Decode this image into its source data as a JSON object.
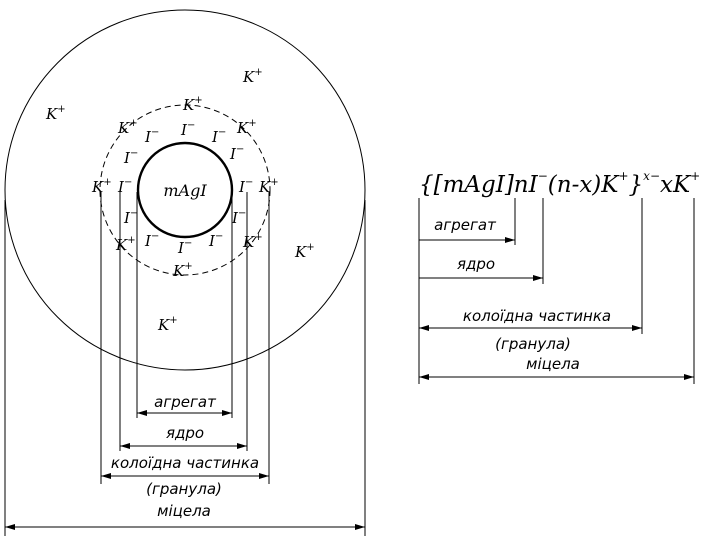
{
  "core_label": "mAgI",
  "cation": {
    "symbol": "K",
    "charge": "+"
  },
  "anion": {
    "symbol": "I",
    "charge": "−"
  },
  "labels": {
    "aggregate": "агрегат",
    "core": "ядро",
    "colloid_particle": "колоїдна частинка",
    "granule": "(гранула)",
    "micelle": "міцела"
  },
  "formula": {
    "part1": "{[mAgI]nI",
    "part1_sup": "−",
    "part2": "(n-x)K",
    "part2_sup": "+",
    "part3": "}",
    "part3_sup": "x−",
    "part4": "xK",
    "part4_sup": "+"
  }
}
